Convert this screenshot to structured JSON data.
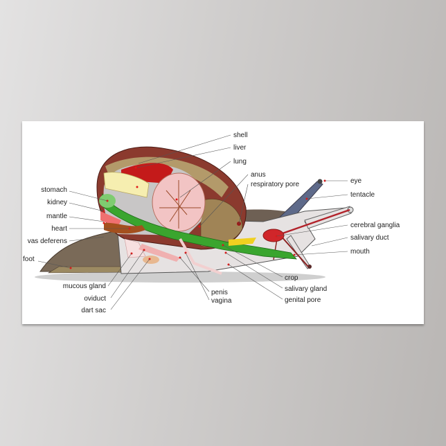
{
  "diagram": {
    "subject": "snail anatomy",
    "labels_left": {
      "stomach": "stomach",
      "kidney": "kidney",
      "mantle": "mantle",
      "heart": "heart",
      "vas_deferens": "vas deferens",
      "foot": "foot",
      "mucous_gland": "mucous gland",
      "oviduct": "oviduct",
      "dart_sac": "dart sac"
    },
    "labels_top": {
      "shell": "shell",
      "liver": "liver",
      "lung": "lung",
      "anus": "anus",
      "respiratory_pore": "respiratory pore"
    },
    "labels_right": {
      "eye": "eye",
      "tentacle": "tentacle",
      "cerebral_ganglia": "cerebral ganglia",
      "salivary_duct": "salivary duct",
      "mouth": "mouth"
    },
    "labels_bottom": {
      "penis": "penis",
      "vagina": "vagina",
      "crop": "crop",
      "salivary_gland": "salivary gland",
      "genital_pore": "genital pore"
    },
    "colors": {
      "shell_outer": "#8b3a2e",
      "shell_band": "#b39a6a",
      "foot": "#7a6a58",
      "body": "#e8e4e4",
      "digestive": "#3aa52e",
      "liver": "#c41a1a",
      "lung": "#f2c4c4",
      "stomach_yellow": "#f6eeb0",
      "tentacle": "#5e6a8a",
      "marker": "#e01818"
    }
  }
}
